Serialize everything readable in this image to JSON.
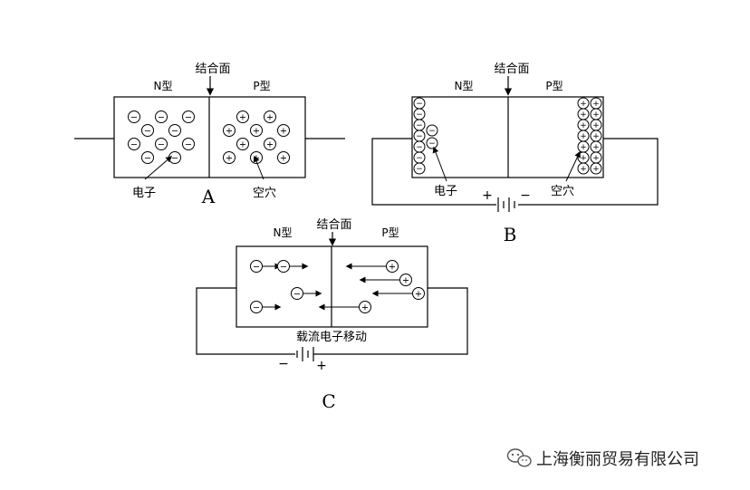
{
  "diagram_a": {
    "junction_label": "结合面",
    "n_label": "N型",
    "p_label": "P型",
    "electron_label": "电子",
    "hole_label": "空穴",
    "caption": "A",
    "electron_symbol": "−",
    "hole_symbol": "+"
  },
  "diagram_b": {
    "junction_label": "结合面",
    "n_label": "N型",
    "p_label": "P型",
    "electron_label": "电子",
    "hole_label": "空穴",
    "battery_pos": "+",
    "battery_neg": "−",
    "caption": "B",
    "electron_symbol": "−",
    "hole_symbol": "+"
  },
  "diagram_c": {
    "junction_label": "结合面",
    "n_label": "N型",
    "p_label": "P型",
    "carrier_label": "载流电子移动",
    "battery_neg": "−",
    "battery_pos": "+",
    "caption": "C",
    "electron_symbol": "−",
    "hole_symbol": "+"
  },
  "watermark": {
    "text": "上海衡丽贸易有限公司",
    "icon": "wechat-icon"
  }
}
